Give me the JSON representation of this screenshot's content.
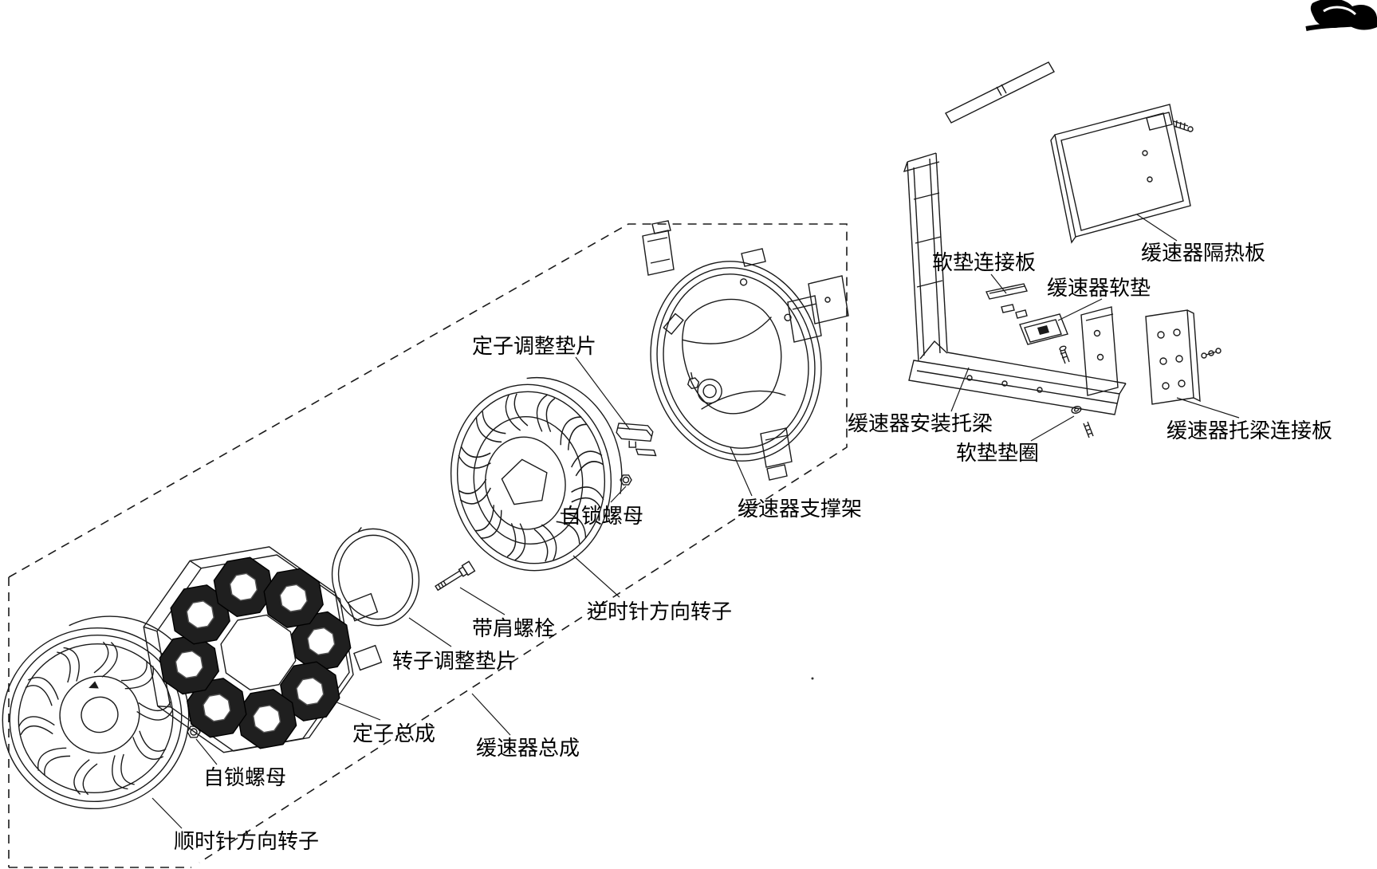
{
  "labels": {
    "stator_shim": "定子调整垫片",
    "soft_pad_plate": "软垫连接板",
    "retarder_soft_pad": "缓速器软垫",
    "heat_shield": "缓速器隔热板",
    "mount_beam": "缓速器安装托梁",
    "soft_pad_washer": "软垫垫圈",
    "beam_connect_plate": "缓速器托梁连接板",
    "self_lock_nut_upper": "自锁螺母",
    "support_frame": "缓速器支撑架",
    "shoulder_bolt": "带肩螺栓",
    "rotor_shim": "转子调整垫片",
    "ccw_rotor": "逆时针方向转子",
    "stator_assembly": "定子总成",
    "retarder_assembly": "缓速器总成",
    "self_lock_nut_lower": "自锁螺母",
    "cw_rotor": "顺时针方向转子"
  },
  "colors": {
    "line": "#1a1a1a",
    "background": "#ffffff",
    "coil_fill": "#1f1f1f"
  }
}
